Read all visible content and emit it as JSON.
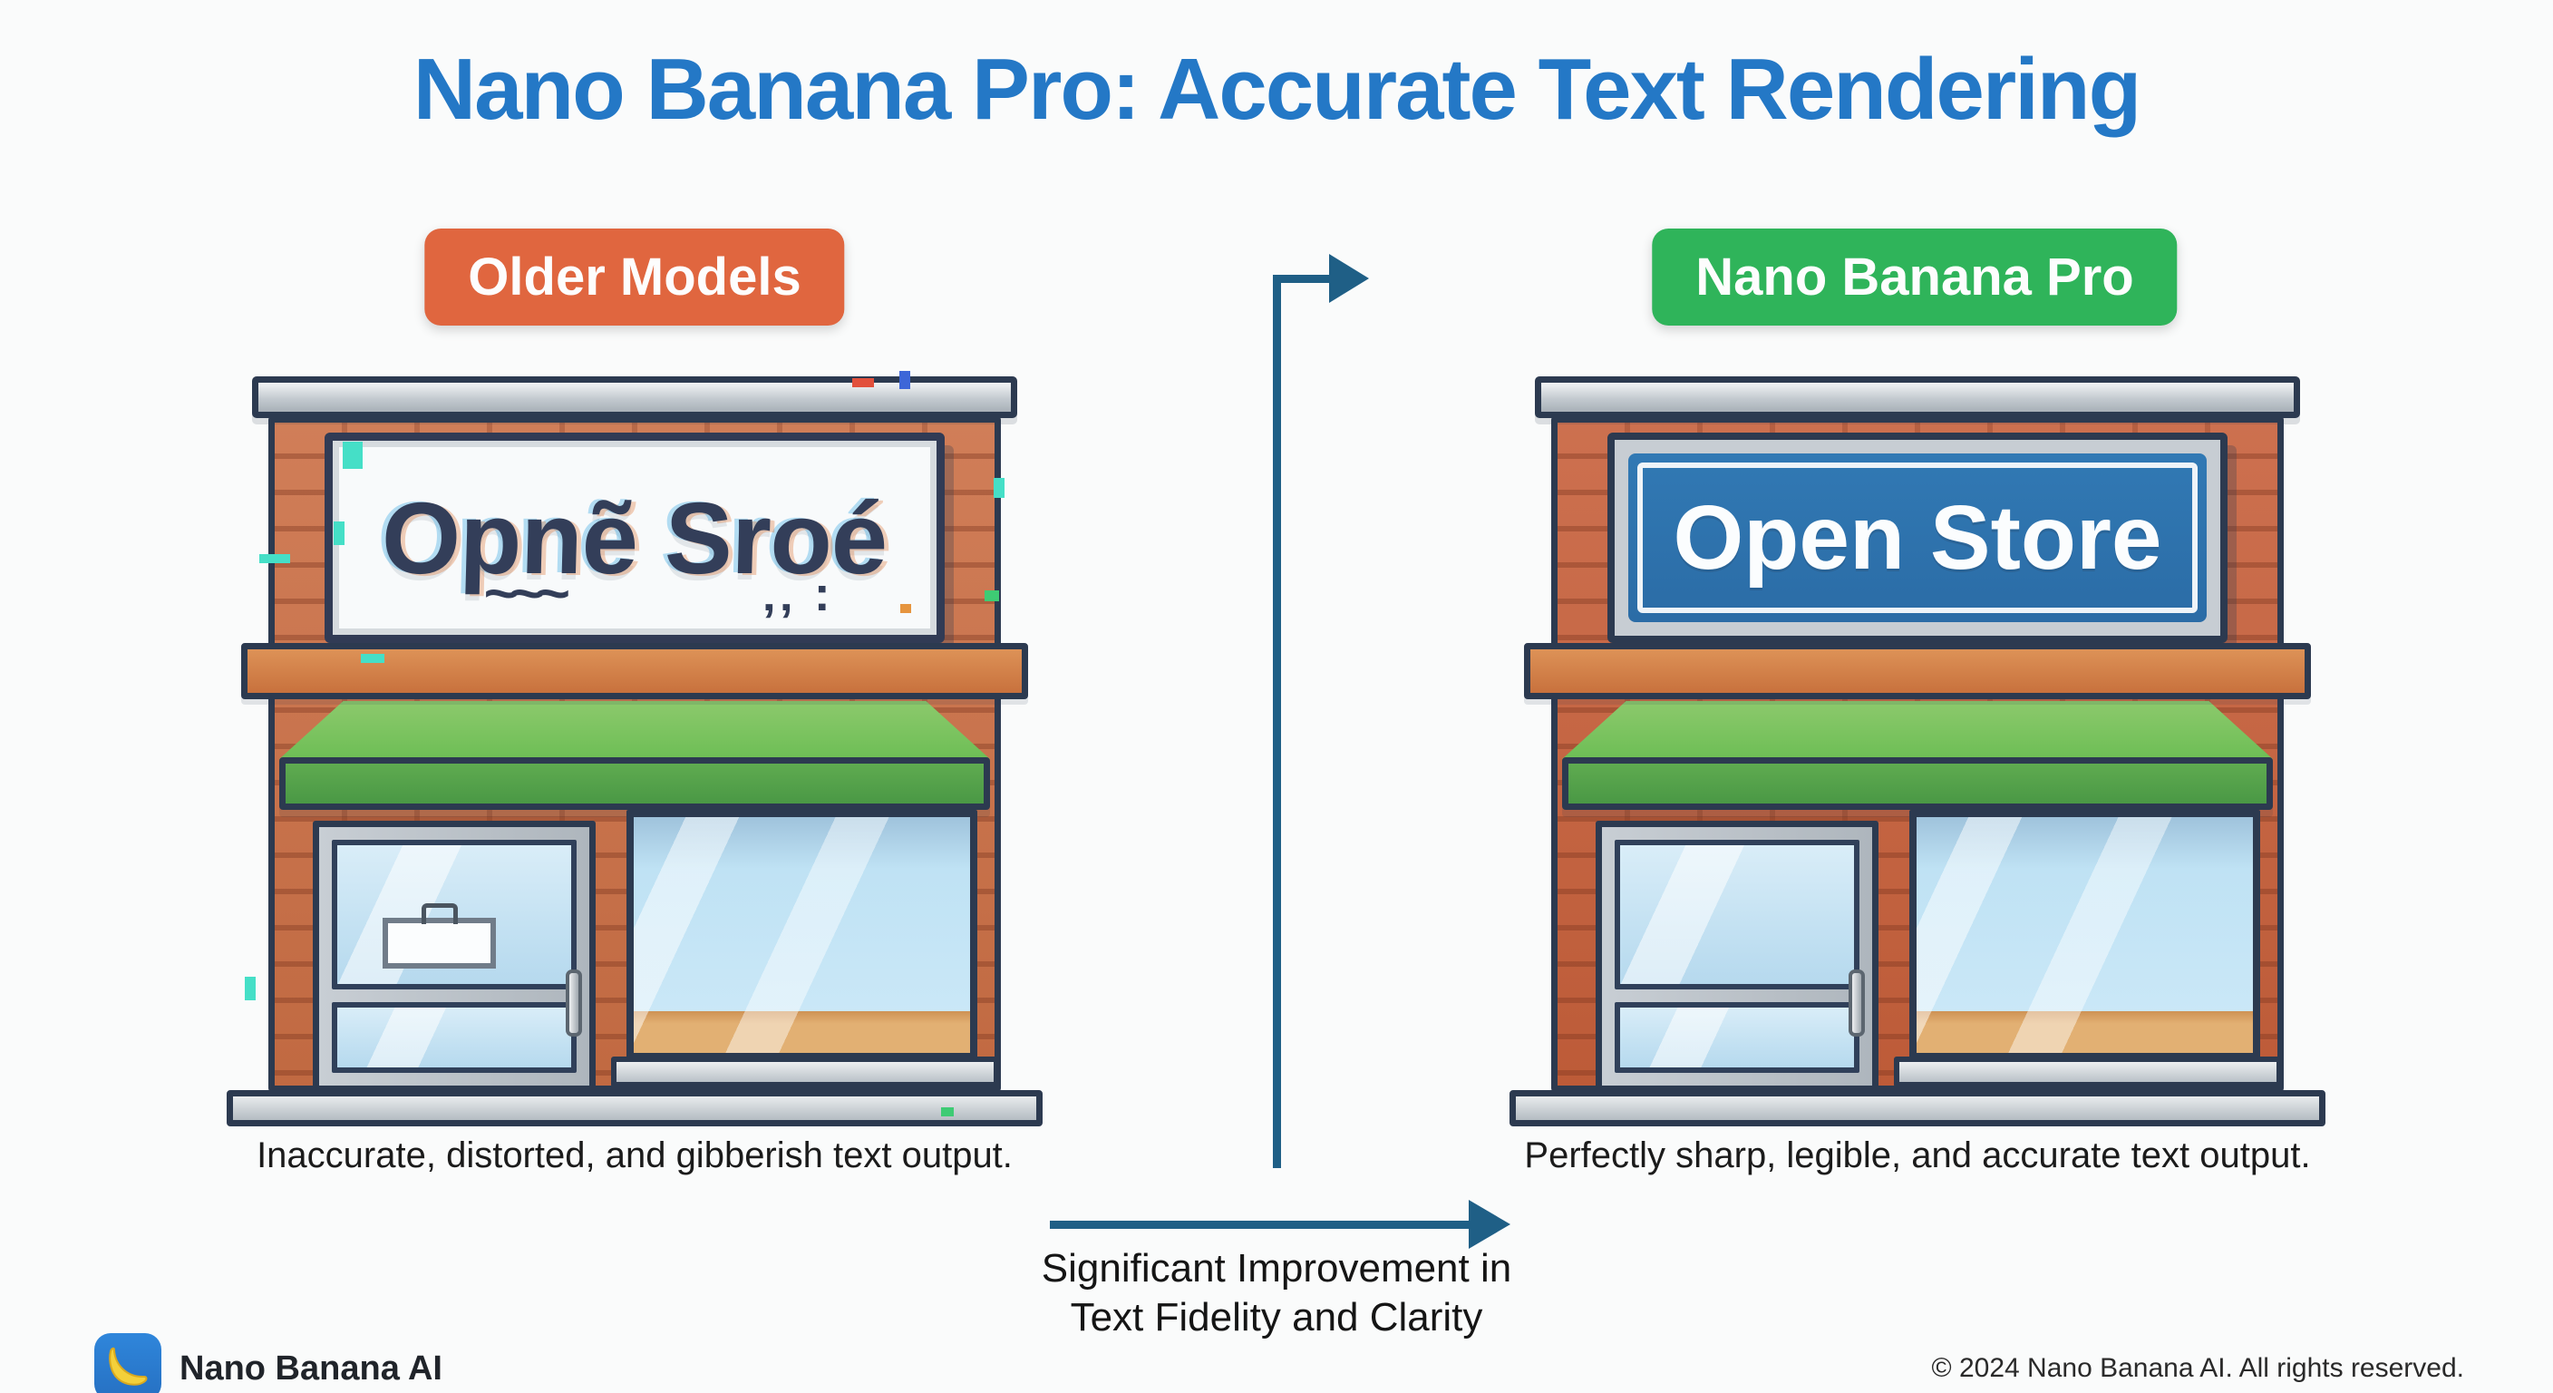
{
  "title": {
    "text": "Nano Banana Pro: Accurate Text Rendering"
  },
  "comparison": {
    "left": {
      "badge": "Older Models",
      "sign_text": "Opnẽ Sroé",
      "sign_squiggle": "~~~",
      "sign_marks": "‚‚ :",
      "caption": "Inaccurate, distorted, and gibberish text output."
    },
    "right": {
      "badge": "Nano Banana Pro",
      "sign_text": "Open Store",
      "caption": "Perfectly sharp, legible, and accurate text output."
    }
  },
  "improvement_note": {
    "line1": "Significant Improvement in",
    "line2": "Text Fidelity and Clarity"
  },
  "footer": {
    "brand": "Nano Banana AI",
    "copyright": "© 2024 Nano Banana AI. All rights reserved."
  },
  "colors": {
    "title_blue": "#2478C6",
    "badge_orange": "#E0663F",
    "badge_green": "#2FB45A",
    "arrow_teal": "#1F5F86",
    "sign_panel_blue": "#2E71AC",
    "awning_green": "#6DBE55",
    "brick_terracotta": "#CB6F45",
    "outline_navy": "#2C3A50",
    "glitch_teal": "#45DFC7"
  }
}
